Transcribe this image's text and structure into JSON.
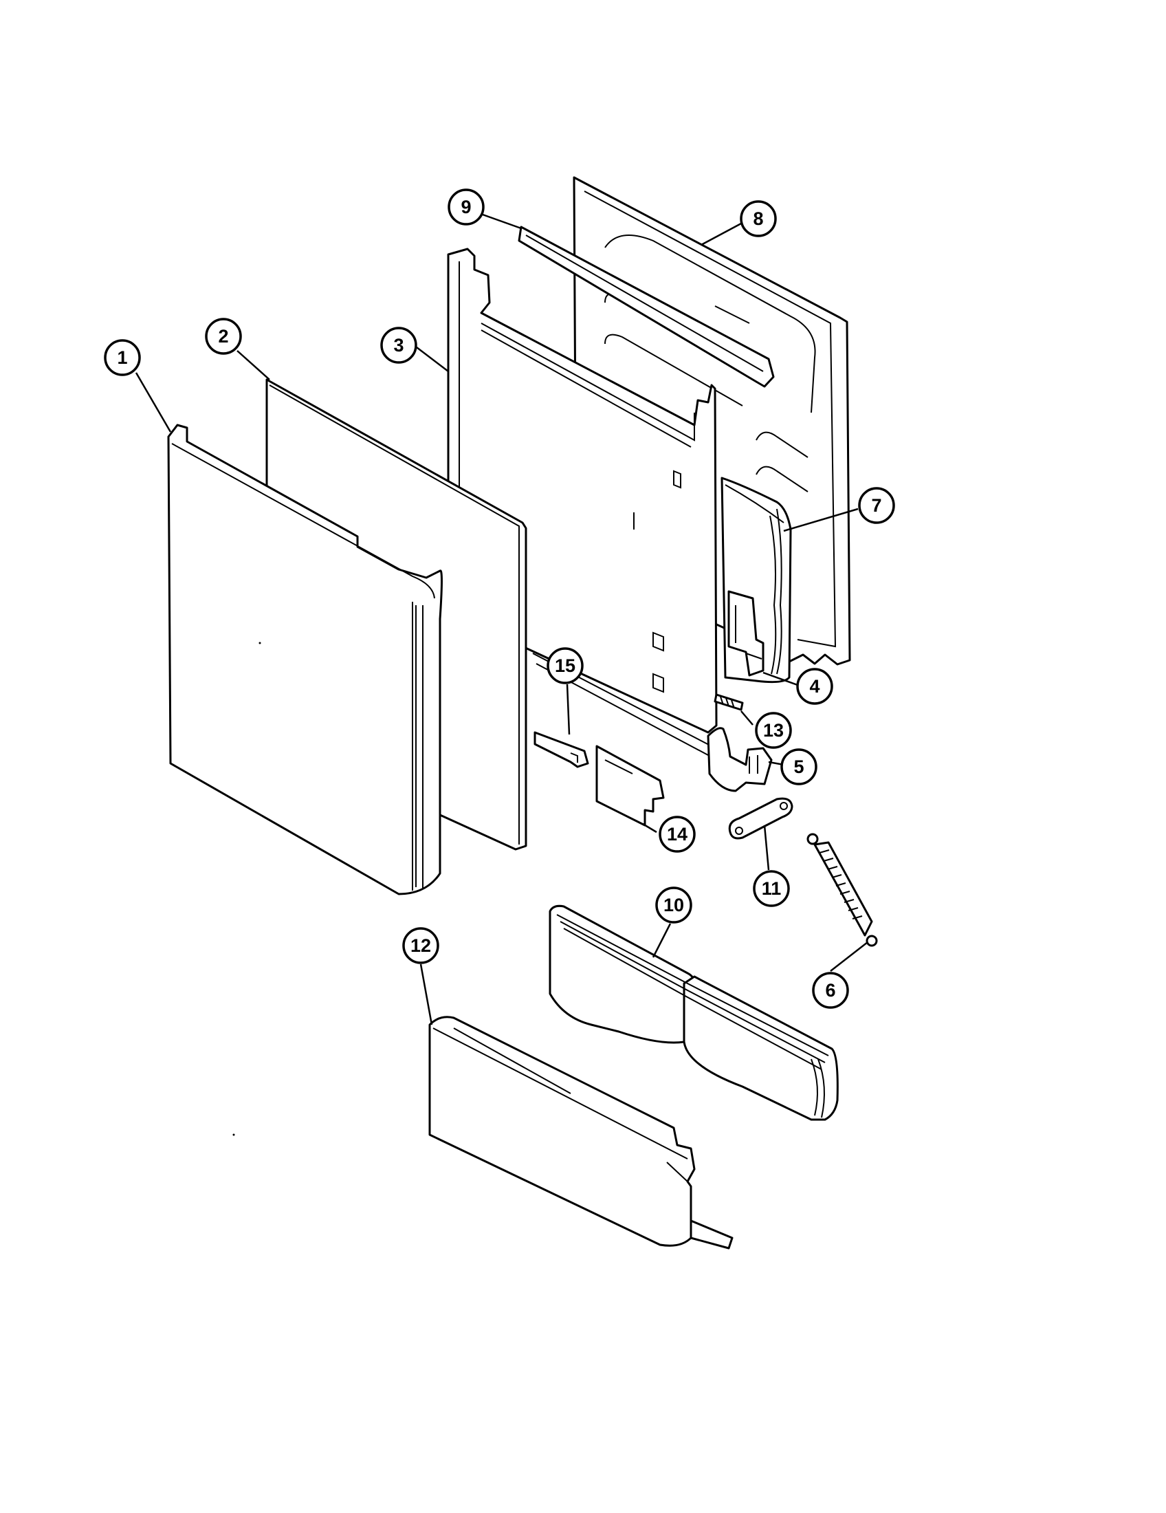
{
  "diagram": {
    "type": "exploded-parts-diagram",
    "callouts": [
      {
        "id": "1",
        "label": "1"
      },
      {
        "id": "2",
        "label": "2"
      },
      {
        "id": "3",
        "label": "3"
      },
      {
        "id": "4",
        "label": "4"
      },
      {
        "id": "5",
        "label": "5"
      },
      {
        "id": "6",
        "label": "6"
      },
      {
        "id": "7",
        "label": "7"
      },
      {
        "id": "8",
        "label": "8"
      },
      {
        "id": "9",
        "label": "9"
      },
      {
        "id": "10",
        "label": "10"
      },
      {
        "id": "11",
        "label": "11"
      },
      {
        "id": "12",
        "label": "12"
      },
      {
        "id": "13",
        "label": "13"
      },
      {
        "id": "14",
        "label": "14"
      },
      {
        "id": "15",
        "label": "15"
      }
    ]
  }
}
